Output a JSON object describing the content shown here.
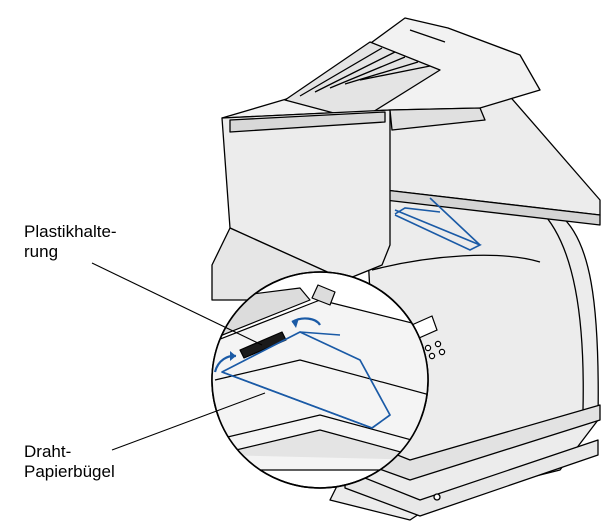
{
  "callouts": {
    "plastic_holder": {
      "line1": "Plastikhalte-",
      "line2": "rung"
    },
    "wire_bail": {
      "line1": "Draht-",
      "line2": "Papierbügel"
    }
  },
  "colors": {
    "outline": "#000000",
    "body_fill": "#ececec",
    "shadow_fill": "#d4d4d4",
    "paper_line": "#1a5aa6",
    "arrow": "#1a5aa6",
    "background": "#ffffff"
  },
  "icons": [
    "printer-illustration",
    "magnified-detail-circle",
    "curved-arrow"
  ]
}
